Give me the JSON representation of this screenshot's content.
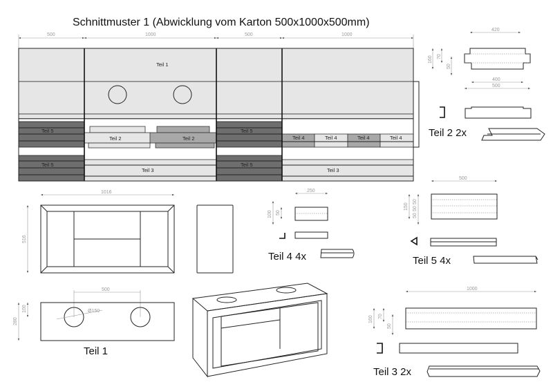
{
  "title": "Schnittmuster 1  (Abwicklung vom Karton 500x1000x500mm)",
  "layout_dims": [
    "500",
    "1000",
    "500",
    "1000"
  ],
  "layout_labels": {
    "teil1": "Teil 1",
    "teil2": "Teil 2",
    "teil3": "Teil 3",
    "teil4": "Teil 4",
    "teil5": "Teil 5"
  },
  "teil2": {
    "label": "Teil 2  2x",
    "dims": {
      "top": "420",
      "inner": "400",
      "outer": "500",
      "h": "160",
      "h2": "70",
      "h3": "50"
    }
  },
  "front_view": {
    "width": "1016",
    "height": "516"
  },
  "teil4": {
    "label": "Teil 4  4x",
    "dims": {
      "w": "250",
      "h": "100",
      "h2": "50"
    }
  },
  "teil5": {
    "label": "Teil 5  4x",
    "dims": {
      "w": "500",
      "h": "150",
      "h2": "50",
      "h3": "50",
      "h4": "50"
    }
  },
  "teil1": {
    "label": "Teil 1",
    "dims": {
      "spacing": "500",
      "hole": "Ø150",
      "h": "280",
      "h2": "100"
    }
  },
  "teil3": {
    "label": "Teil 3  2x",
    "dims": {
      "w": "1000",
      "h": "160",
      "h2": "70",
      "h3": "50"
    }
  }
}
